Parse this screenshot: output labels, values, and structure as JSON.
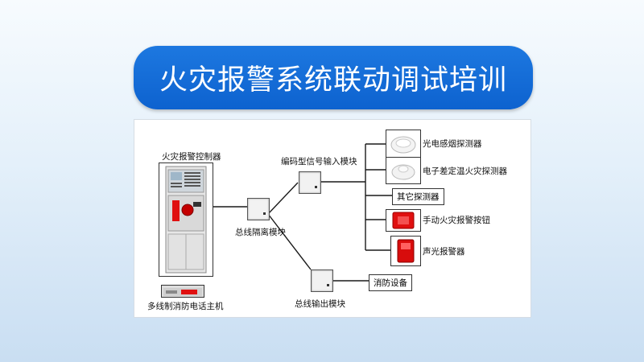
{
  "title": "火灾报警系统联动调试培训",
  "diagram": {
    "controller_label": "火灾报警控制器",
    "phone_label": "多线制消防电话主机",
    "bus_isolation_label": "总线隔离模块",
    "input_module_label": "编码型信号输入模块",
    "output_module_label": "总线输出模块",
    "devices": [
      {
        "label": "光电感烟探测器",
        "icon": "smoke-detector-icon"
      },
      {
        "label": "电子差定温火灾探测器",
        "icon": "heat-detector-icon"
      },
      {
        "label": "其它探测器",
        "icon": "none"
      },
      {
        "label": "手动火灾报警按钮",
        "icon": "manual-call-point-icon"
      },
      {
        "label": "声光报警器",
        "icon": "sounder-strobe-icon"
      }
    ],
    "fire_equipment_label": "消防设备",
    "colors": {
      "banner": "#0d62cf",
      "alarm_red": "#e01010"
    }
  }
}
